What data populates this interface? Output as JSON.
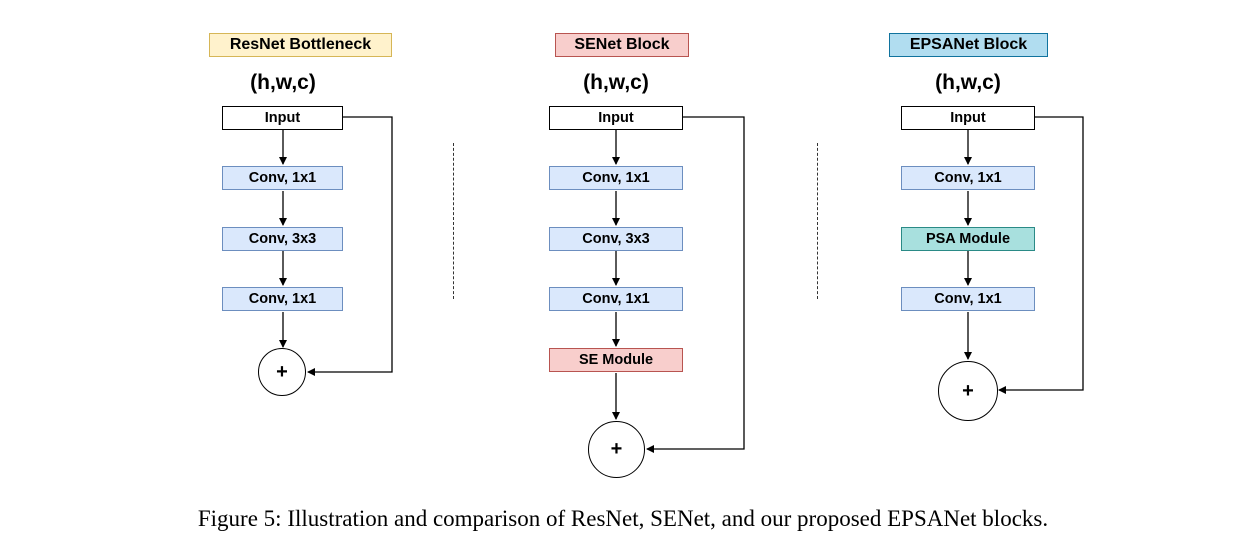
{
  "blocks": {
    "resnet": {
      "title": "ResNet Bottleneck",
      "shape": "(h,w,c)",
      "input": "Input",
      "layers": [
        "Conv, 1x1",
        "Conv, 3x3",
        "Conv, 1x1"
      ],
      "sum": "+"
    },
    "senet": {
      "title": "SENet Block",
      "shape": "(h,w,c)",
      "input": "Input",
      "layers": [
        "Conv, 1x1",
        "Conv, 3x3",
        "Conv, 1x1",
        "SE Module"
      ],
      "sum": "+"
    },
    "epsanet": {
      "title": "EPSANet Block",
      "shape": "(h,w,c)",
      "input": "Input",
      "layers": [
        "Conv, 1x1",
        "PSA Module",
        "Conv, 1x1"
      ],
      "sum": "+"
    }
  },
  "caption": "Figure 5: Illustration and comparison of ResNet, SENet, and our proposed EPSANet blocks."
}
